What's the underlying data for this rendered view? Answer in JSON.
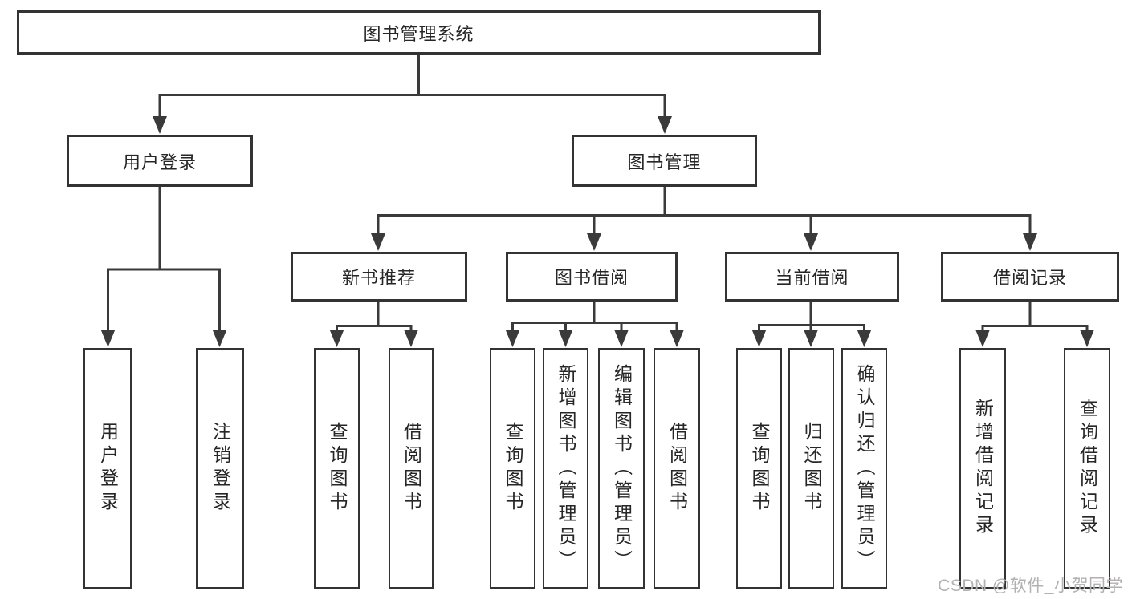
{
  "diagram": {
    "title": "图书管理系统",
    "type": "hierarchy-structure-diagram",
    "nodes": {
      "root": "图书管理系统",
      "user_login": "用户登录",
      "book_mgmt": "图书管理",
      "new_book_rec": "新书推荐",
      "book_borrow": "图书借阅",
      "current_borrow": "当前借阅",
      "borrow_records": "借阅记录",
      "leaf_user_login": "用户登录",
      "leaf_logout": "注销登录",
      "leaf_rec_query_books": "查询图书",
      "leaf_rec_borrow_books": "借阅图书",
      "leaf_bb_query_books": "查询图书",
      "leaf_bb_add_books": "新增图书（管理员）",
      "leaf_bb_edit_books": "编辑图书（管理员）",
      "leaf_bb_borrow_books": "借阅图书",
      "leaf_cb_query_books": "查询图书",
      "leaf_cb_return_books": "归还图书",
      "leaf_cb_confirm_return": "确认归还（管理员）",
      "leaf_br_add_record": "新增借阅记录",
      "leaf_br_query_record": "查询借阅记录"
    },
    "edges": [
      [
        "图书管理系统",
        "用户登录"
      ],
      [
        "图书管理系统",
        "图书管理"
      ],
      [
        "用户登录",
        "用户登录(叶)"
      ],
      [
        "用户登录",
        "注销登录"
      ],
      [
        "图书管理",
        "新书推荐"
      ],
      [
        "图书管理",
        "图书借阅"
      ],
      [
        "图书管理",
        "当前借阅"
      ],
      [
        "图书管理",
        "借阅记录"
      ],
      [
        "新书推荐",
        "查询图书"
      ],
      [
        "新书推荐",
        "借阅图书"
      ],
      [
        "图书借阅",
        "查询图书"
      ],
      [
        "图书借阅",
        "新增图书（管理员）"
      ],
      [
        "图书借阅",
        "编辑图书（管理员）"
      ],
      [
        "图书借阅",
        "借阅图书"
      ],
      [
        "当前借阅",
        "查询图书"
      ],
      [
        "当前借阅",
        "归还图书"
      ],
      [
        "当前借阅",
        "确认归还（管理员）"
      ],
      [
        "借阅记录",
        "新增借阅记录"
      ],
      [
        "借阅记录",
        "查询借阅记录"
      ]
    ],
    "colors": {
      "line": "#3a3a3a",
      "box_border": "#333333",
      "text": "#262626",
      "background": "#ffffff",
      "watermark": "#b3b1b1"
    }
  },
  "watermark": "CSDN @软件_小贺同学"
}
